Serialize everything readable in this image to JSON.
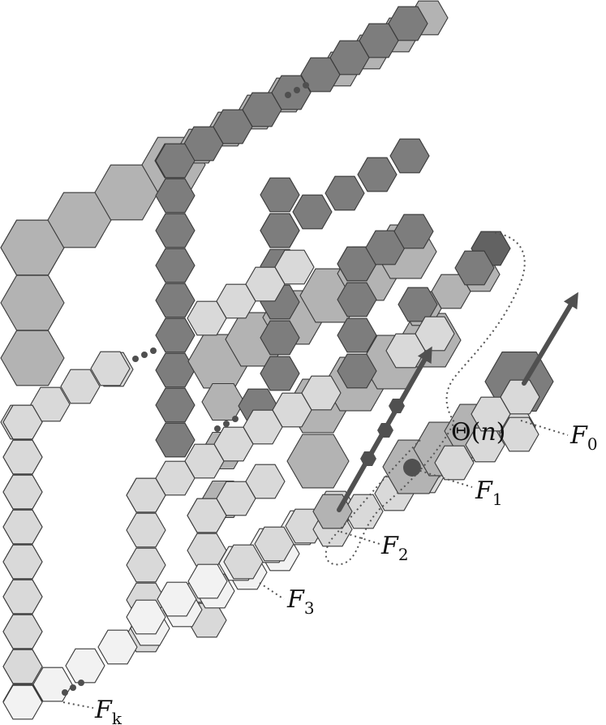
{
  "labels": {
    "F0": {
      "base": "F",
      "sub": "0"
    },
    "F1": {
      "base": "F",
      "sub": "1"
    },
    "F2": {
      "base": "F",
      "sub": "2"
    },
    "F3": {
      "base": "F",
      "sub": "3"
    },
    "Fk": {
      "base": "F",
      "sub": "k"
    },
    "theta_pre": "Θ(",
    "theta_var": "n",
    "theta_post": ")"
  },
  "colors": {
    "dark": "#7d7d7d",
    "darker": "#626262",
    "mid": "#b3b3b3",
    "light": "#d9d9d9",
    "lighter": "#f2f2f2",
    "arrow": "#505050",
    "outline": "#3a3a3a"
  }
}
